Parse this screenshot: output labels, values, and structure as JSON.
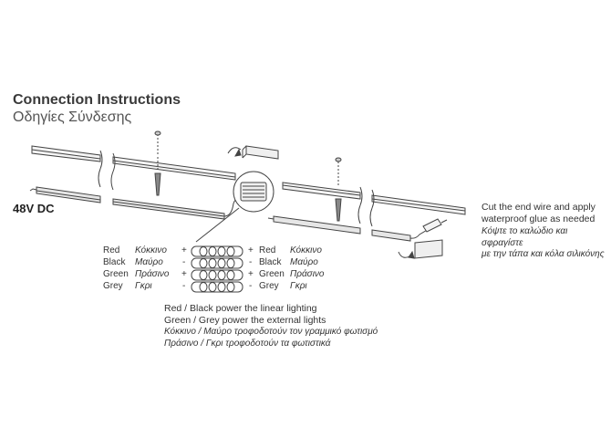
{
  "title": "Connection Instructions",
  "subtitle": "Οδηγίες Σύνδεσης",
  "voltage_label": "48V DC",
  "note": {
    "en": [
      "Cut the end wire and apply",
      "waterproof glue as needed"
    ],
    "gr": [
      "Κόψτε το καλώδιο και σφραγίστε",
      "με την τάπα και κόλα σιλικόνης"
    ]
  },
  "wires": [
    {
      "en": "Red",
      "gr": "Κόκκινο",
      "sign": "+"
    },
    {
      "en": "Black",
      "gr": "Μαύρο",
      "sign": "-"
    },
    {
      "en": "Green",
      "gr": "Πράσινο",
      "sign": "+"
    },
    {
      "en": "Grey",
      "gr": "Γκρι",
      "sign": "-"
    }
  ],
  "legend": {
    "en": [
      "Red / Black power the linear lighting",
      "Green / Grey power the external lights"
    ],
    "gr": [
      "Κόκκινο / Μαύρο τροφοδοτούν τον γραμμικό φωτισμό",
      "Πράσινο / Γκρι τροφοδοτούν τα φωτιστικά"
    ]
  }
}
